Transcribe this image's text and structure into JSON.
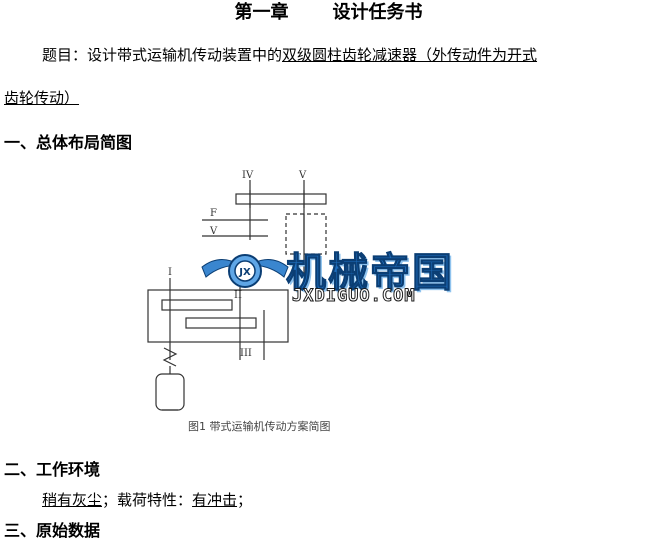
{
  "chapter": {
    "number": "第一章",
    "title": "设计任务书"
  },
  "topic": {
    "prefix": "题目：设计带式运输机传动装置中的",
    "underlined_part1": "双级圆柱齿轮减速器（外传动件为开式",
    "underlined_part2": "齿轮传动）"
  },
  "sections": {
    "layout": "一、总体布局简图",
    "environment": "二、工作环境",
    "original_data": "三、原始数据"
  },
  "environment_line": {
    "dust": "稍有灰尘",
    "sep": "；载荷特性：",
    "load": "有冲击",
    "end": "；"
  },
  "figure": {
    "caption": "图1 带式运输机传动方案简图",
    "labels": {
      "iv": "IV",
      "v_top": "V",
      "f": "F",
      "v_side": "V",
      "i": "I",
      "ii": "II",
      "iii": "III"
    }
  },
  "watermark": {
    "text": "机械帝国",
    "sub": "JXDIGUO.COM",
    "logo": "JX"
  }
}
